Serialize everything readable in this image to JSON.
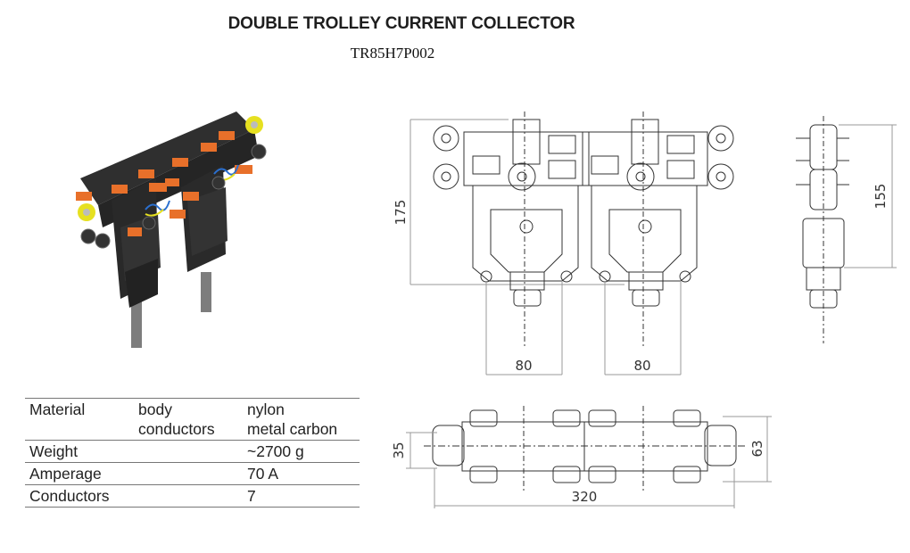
{
  "header": {
    "title": "DOUBLE TROLLEY CURRENT COLLECTOR",
    "product_code": "TR85H7P002"
  },
  "product_image": {
    "alt": "3D render of double trolley current collector with orange connectors and yellow guide wheels",
    "colors": {
      "body": "#2b2b2b",
      "accent_orange": "#e8702a",
      "accent_yellow": "#e6e020",
      "rod": "#7a7a7a"
    }
  },
  "specs": {
    "rows": [
      {
        "label": "Material",
        "sub": [
          "body",
          "conductors"
        ],
        "value": [
          "nylon",
          "metal carbon"
        ]
      },
      {
        "label": "Weight",
        "sub": [],
        "value": [
          "~2700 g"
        ]
      },
      {
        "label": "Amperage",
        "sub": [],
        "value": [
          "70 A"
        ]
      },
      {
        "label": "Conductors",
        "sub": [],
        "value": [
          "7"
        ]
      }
    ]
  },
  "drawings": {
    "front": {
      "height": "175",
      "width_left": "80",
      "width_right": "80"
    },
    "side": {
      "height": "155"
    },
    "top": {
      "inner_height": "35",
      "outer_height": "63",
      "length": "320"
    }
  }
}
